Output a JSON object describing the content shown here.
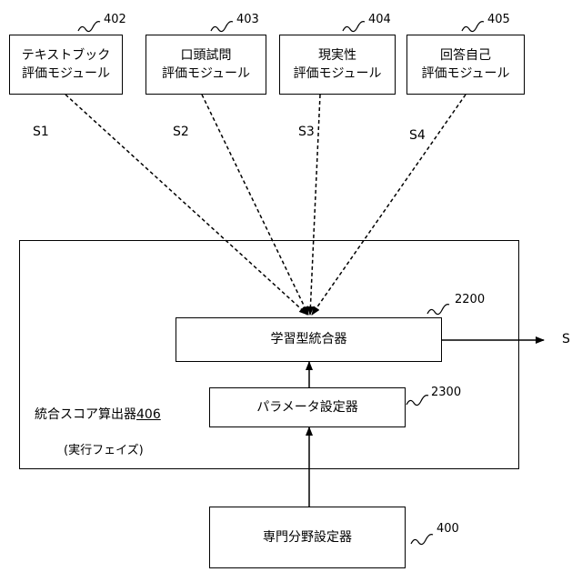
{
  "modules": [
    {
      "line1": "テキストブック",
      "line2": "評価モジュール",
      "ref": "402",
      "score": "S1"
    },
    {
      "line1": "口頭試問",
      "line2": "評価モジュール",
      "ref": "403",
      "score": "S2"
    },
    {
      "line1": "現実性",
      "line2": "評価モジュール",
      "ref": "404",
      "score": "S3"
    },
    {
      "line1": "回答自己",
      "line2": "評価モジュール",
      "ref": "405",
      "score": "S4"
    }
  ],
  "integrator": {
    "label": "学習型統合器",
    "ref": "2200"
  },
  "param_setter": {
    "label": "パラメータ設定器",
    "ref": "2300"
  },
  "calculator": {
    "label_main": "統合スコア算出器",
    "label_ref": "406",
    "phase": "(実行フェイズ)"
  },
  "domain_setter": {
    "label": "専門分野設定器",
    "ref": "400"
  },
  "output": {
    "label": "S"
  }
}
